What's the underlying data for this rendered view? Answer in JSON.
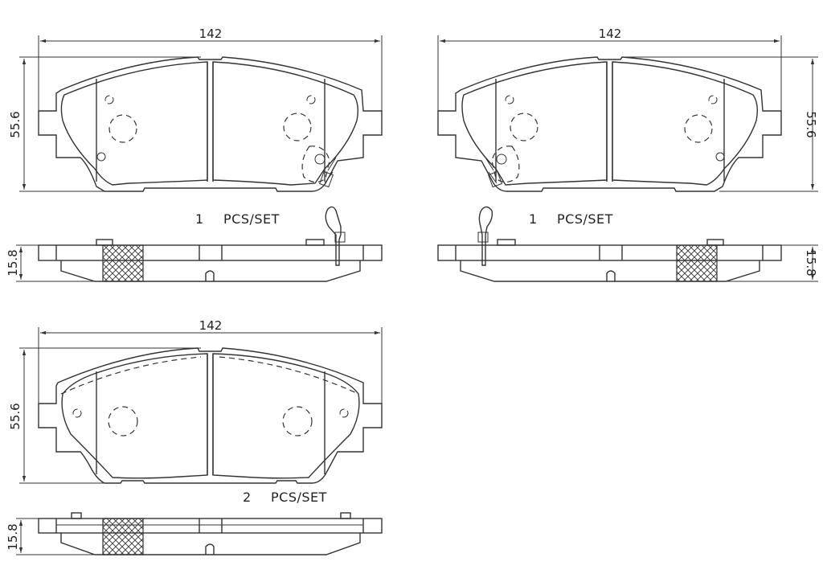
{
  "drawing": {
    "title": "Brake pad set technical drawing",
    "line_color": "#333333",
    "background": "#ffffff",
    "views": [
      {
        "id": "pad-inner-left-sensor",
        "width_dim": "142",
        "height_dim": "55.6",
        "thickness_dim": "15.8",
        "quantity_label": "1",
        "set_label": "PCS/SET",
        "has_wear_sensor": true,
        "sensor_side": "right"
      },
      {
        "id": "pad-inner-right-sensor",
        "width_dim": "142",
        "height_dim": "55.6",
        "thickness_dim": "15.8",
        "quantity_label": "1",
        "set_label": "PCS/SET",
        "has_wear_sensor": true,
        "sensor_side": "left"
      },
      {
        "id": "pad-outer",
        "width_dim": "142",
        "height_dim": "55.6",
        "thickness_dim": "15.8",
        "quantity_label": "2",
        "set_label": "PCS/SET",
        "has_wear_sensor": false
      }
    ]
  }
}
